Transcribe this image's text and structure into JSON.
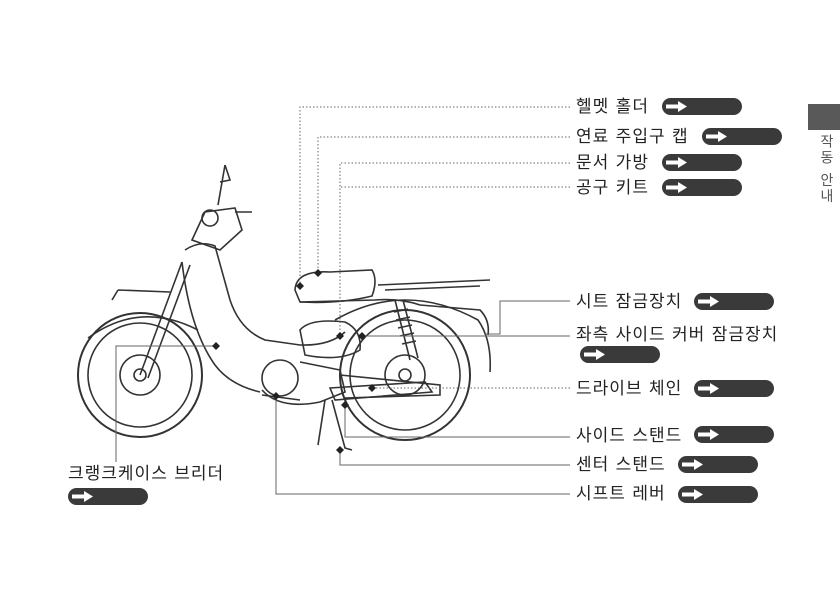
{
  "side_tab": {
    "text": "작동 안내"
  },
  "labels": {
    "helmet_holder": "헬멧 홀더",
    "fuel_cap": "연료 주입구 캡",
    "document_bag": "문서 가방",
    "tool_kit": "공구 키트",
    "seat_lock": "시트 잠금장치",
    "left_cover_lock": "좌측 사이드 커버 잠금장치",
    "drive_chain": "드라이브 체인",
    "side_stand": "사이드 스탠드",
    "center_stand": "센터 스탠드",
    "shift_lever": "시프트 레버",
    "crankcase_breather": "크랭크케이스 브리더"
  },
  "icons": {
    "page_ref": "arrow-right-icon"
  },
  "colors": {
    "line": "#666666",
    "badge": "#3a3a3a",
    "tab": "#595959"
  }
}
